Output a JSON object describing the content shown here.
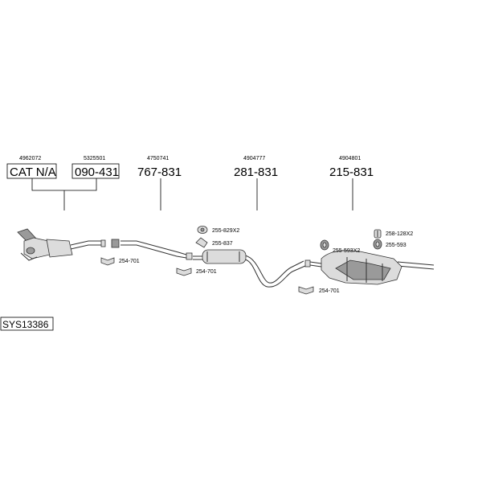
{
  "parts": {
    "p1": {
      "number": "4962072",
      "code": "CAT N/A"
    },
    "p2": {
      "number": "5325501",
      "code": "090-431"
    },
    "p3": {
      "number": "4750741",
      "code": "767-831"
    },
    "p4": {
      "number": "4904777",
      "code": "281-831"
    },
    "p5": {
      "number": "4904801",
      "code": "215-831"
    }
  },
  "accessories": {
    "a1": "254-701",
    "a2": "255-829X2",
    "a3": "255-837",
    "a4": "254-701",
    "a5": "255-593X2",
    "a6": "258-128X2",
    "a7": "255-593",
    "a8": "254-701"
  },
  "system_code": "SYS13386"
}
